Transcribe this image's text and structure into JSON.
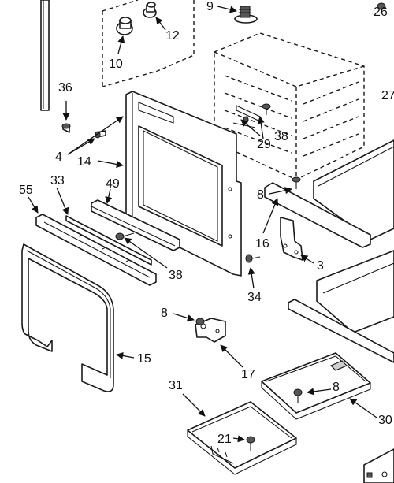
{
  "callouts": {
    "c9": "9",
    "c26": "26",
    "c12": "12",
    "c10": "10",
    "c36": "36",
    "c27": "27",
    "c38a": "38",
    "c29": "29",
    "c4": "4",
    "c14": "14",
    "c8a": "8",
    "c55": "55",
    "c33": "33",
    "c49": "49",
    "c16": "16",
    "c3": "3",
    "c38b": "38",
    "c34": "34",
    "c8b": "8",
    "c15": "15",
    "c17": "17",
    "c31": "31",
    "c8c": "8",
    "c30": "30",
    "c21": "21"
  }
}
